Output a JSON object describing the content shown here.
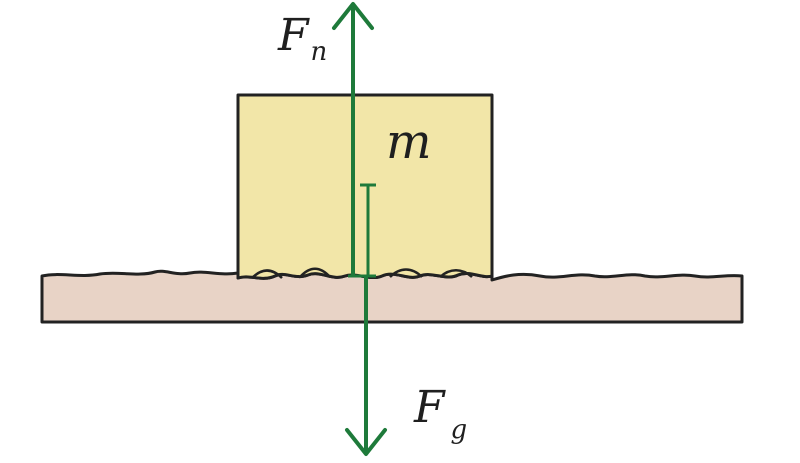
{
  "labels": {
    "normal_force": {
      "main": "F",
      "sub": "n"
    },
    "gravity_force": {
      "main": "F",
      "sub": "g"
    },
    "mass": "m"
  },
  "colors": {
    "block_fill": "#f2e6a8",
    "block_stroke": "#222222",
    "ground_fill": "#e8d3c6",
    "ground_stroke": "#222222",
    "force_arrow": "#1e7a3a",
    "text": "#1f1f1f"
  }
}
